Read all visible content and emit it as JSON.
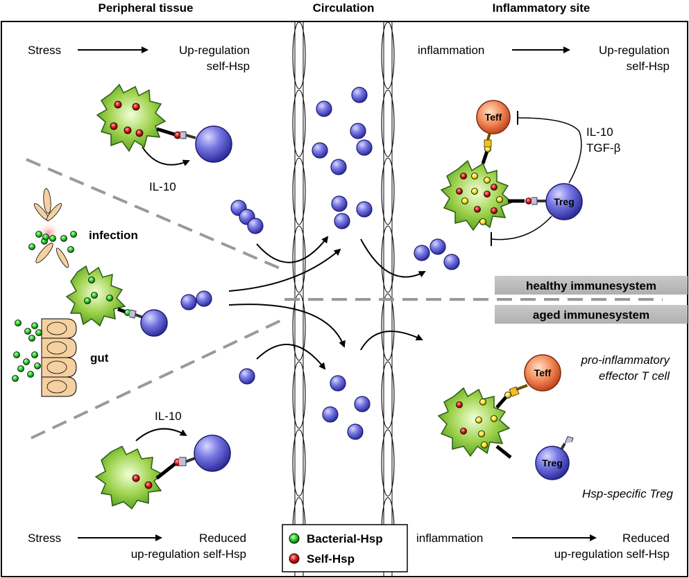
{
  "headers": {
    "peripheral": "Peripheral tissue",
    "circulation": "Circulation",
    "inflammatory": "Inflammatory site"
  },
  "top_left": {
    "cause": "Stress",
    "effect_line1": "Up-regulation",
    "effect_line2": "self-Hsp"
  },
  "top_right": {
    "cause": "inflammation",
    "effect_line1": "Up-regulation",
    "effect_line2": "self-Hsp"
  },
  "bottom_left": {
    "cause": "Stress",
    "effect_line1": "Reduced",
    "effect_line2": "up-regulation self-Hsp"
  },
  "bottom_right": {
    "cause": "inflammation",
    "effect_line1": "Reduced",
    "effect_line2": "up-regulation self-Hsp"
  },
  "labels": {
    "il10_top": "IL-10",
    "il10_bottom": "IL-10",
    "infection": "infection",
    "gut": "gut",
    "cytokine1": "IL-10",
    "cytokine2": "TGF-β",
    "teff": "Teff",
    "treg": "Treg",
    "effector_line1": "pro-inflammatory",
    "effector_line2": "effector T cell",
    "treg_desc": "Hsp-specific Treg"
  },
  "bands": {
    "healthy": "healthy immunesystem",
    "aged": "aged immunesystem"
  },
  "legend": [
    {
      "label": "Bacterial-Hsp",
      "color": "#22cc22"
    },
    {
      "label": "Self-Hsp",
      "color": "#dd1111"
    }
  ],
  "colors": {
    "tcell": "#5a5ad8",
    "teff": "#f07040",
    "apc": "#8ed040",
    "self_hsp": "#dd1111",
    "bacterial_hsp": "#22cc22",
    "peptide": "#f2e020"
  }
}
